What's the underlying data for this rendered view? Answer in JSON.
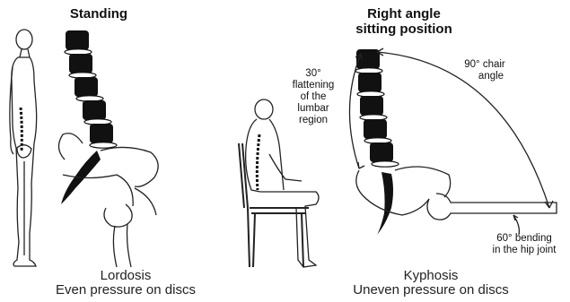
{
  "left_panel": {
    "title": "Standing",
    "caption_line1": "Lordosis",
    "caption_line2": "Even pressure on discs"
  },
  "right_panel": {
    "title_line1": "Right angle",
    "title_line2": "sitting position",
    "caption_line1": "Kyphosis",
    "caption_line2": "Uneven pressure on discs",
    "flattening": {
      "degrees": "30°",
      "line1": "flattening",
      "line2": "of the",
      "line3": "lumbar",
      "line4": "region"
    },
    "chair_angle": {
      "line1": "90° chair",
      "line2": "angle"
    },
    "hip_bend": {
      "line1": "60° bending",
      "line2": "in the hip joint"
    }
  }
}
